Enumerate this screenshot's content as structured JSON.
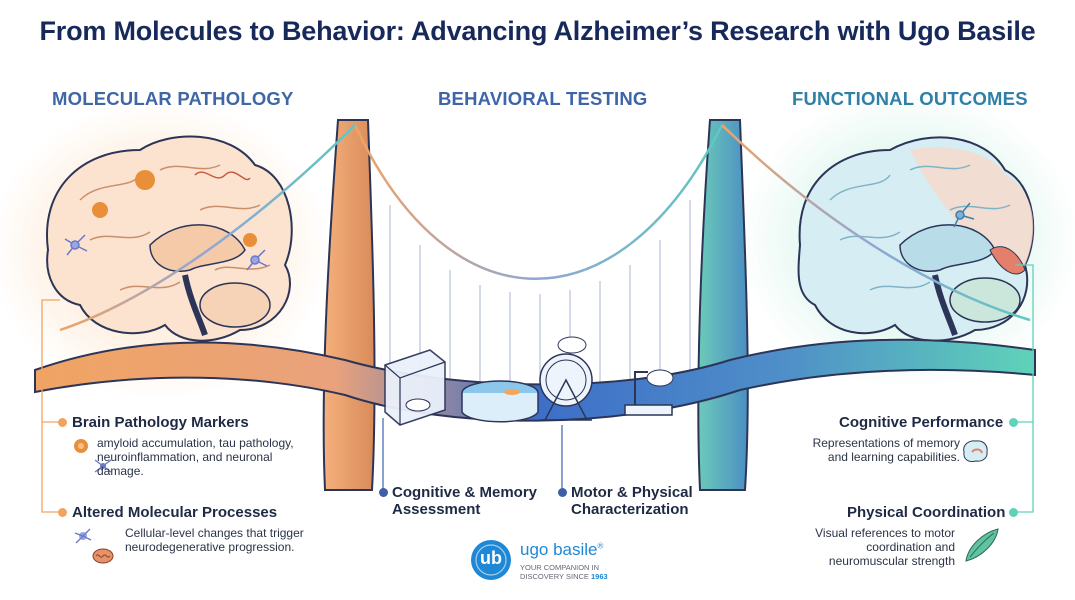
{
  "title": "From Molecules to Behavior: Advancing Alzheimer’s Research with Ugo Basile",
  "sections": {
    "left": {
      "heading": "MOLECULAR PATHOLOGY",
      "items": [
        {
          "title": "Brain Pathology Markers",
          "desc": "amyloid accumulation, tau pathology, neuroinflammation, and neuronal damage.",
          "icons": [
            "amyloid-plaque-icon",
            "neuron-icon"
          ]
        },
        {
          "title": "Altered Molecular Processes",
          "desc": "Cellular-level changes that trigger neurodegenerative progression.",
          "icons": [
            "cell-icon",
            "mitochondria-icon"
          ]
        }
      ]
    },
    "middle": {
      "heading": "BEHAVIORAL TESTING",
      "items": [
        {
          "title": "Cognitive & Memory Assessment"
        },
        {
          "title": "Motor & Physical Characterization"
        }
      ]
    },
    "right": {
      "heading": "FUNCTIONAL OUTCOMES",
      "items": [
        {
          "title": "Cognitive Performance",
          "desc": "Representations of memory and learning capabilities.",
          "icons": [
            "brain-icon"
          ]
        },
        {
          "title": "Physical Coordination",
          "desc": "Visual references to motor coordination and neuromuscular strength",
          "icons": [
            "muscle-icon"
          ]
        }
      ]
    }
  },
  "logo": {
    "mark": "ub",
    "name": "ugo basile",
    "trademark": "®",
    "tagline_1": "YOUR COMPANION IN",
    "tagline_2": "DISCOVERY SINCE",
    "year": "1963"
  },
  "colors": {
    "title": "#17295b",
    "left_accent": "#f0a463",
    "middle_accent": "#3d65a8",
    "right_accent": "#5fd3b8",
    "logo": "#1e88d6"
  }
}
